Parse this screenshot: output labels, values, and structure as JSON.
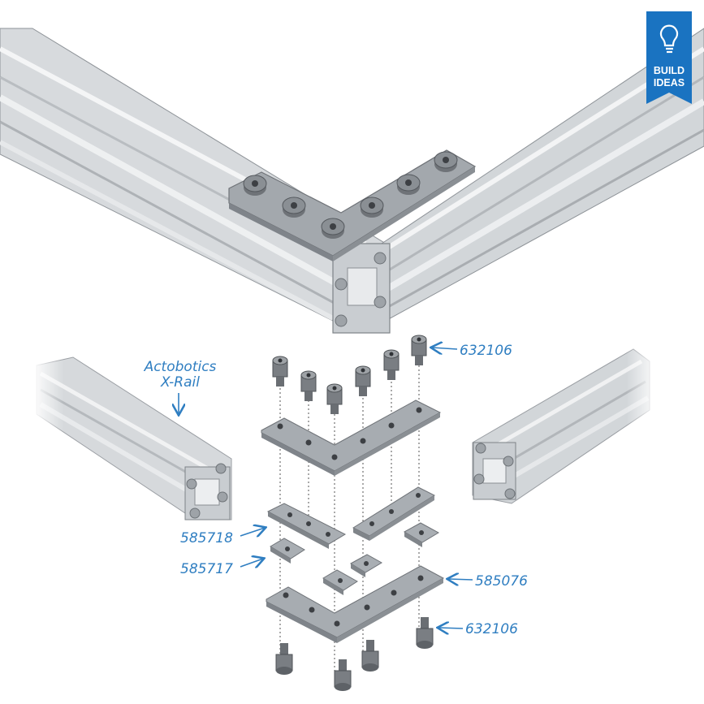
{
  "badge": {
    "line1": "BUILD",
    "line2": "IDEAS",
    "icon": "lightbulb-icon",
    "color": "#1a73c1"
  },
  "labels": {
    "rail_line1": "Actobotics",
    "rail_line2": "X-Rail",
    "part_screws_top": "632106",
    "part_bar_nut": "585718",
    "part_t_nut": "585717",
    "part_bracket": "585076",
    "part_screws_bottom": "632106"
  },
  "colors": {
    "callout": "#2f7ec1",
    "rail": "#d3d6d9",
    "plate": "#a3a8ad",
    "screw": "#6f7378"
  }
}
